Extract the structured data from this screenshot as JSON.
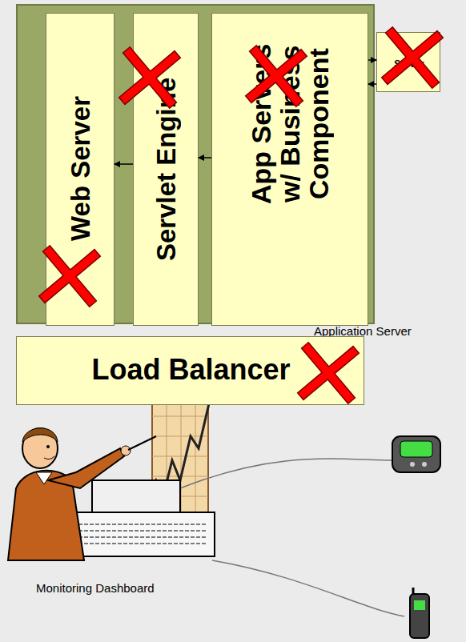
{
  "diagram": {
    "nodes": [
      {
        "text": [
          "Application Server"
        ]
      },
      {
        "text": [
          "Web Server"
        ],
        "in": 0
      },
      {
        "text": [
          "Servlet Engine"
        ],
        "in": 0
      },
      {
        "text": [
          "App Servers w/ Business Component"
        ],
        "in": 0
      },
      {
        "text": [
          "Server"
        ]
      },
      {
        "text": [
          "Load Balancer"
        ]
      }
    ],
    "edges": [
      {
        "from": 2,
        "to": 1,
        "arrow": "to"
      },
      {
        "from": 3,
        "to": 2,
        "arrow": "to"
      },
      {
        "from": 3,
        "to": 4,
        "arrow": "to"
      },
      {
        "from": 4,
        "to": 3,
        "arrow": "to"
      }
    ],
    "labels": [
      "Monitoring Dashboard"
    ]
  }
}
